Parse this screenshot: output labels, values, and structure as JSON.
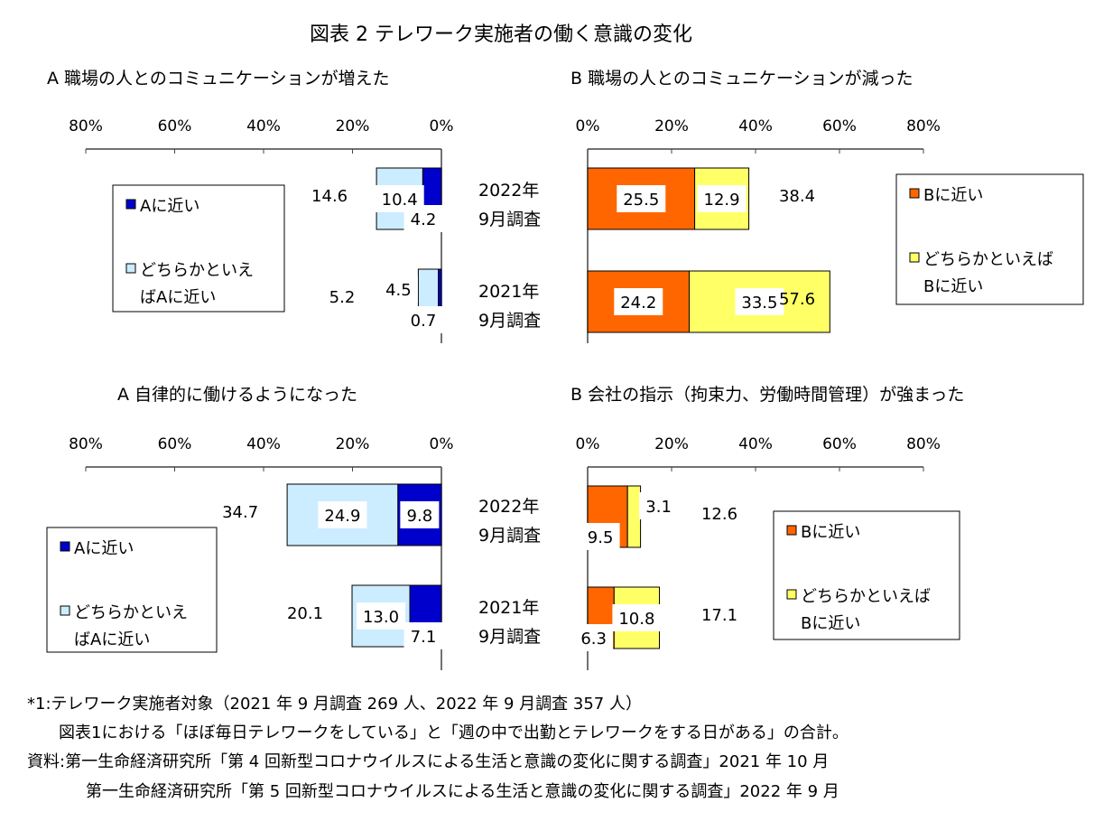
{
  "title": "図表 2  テレワーク実施者の働く意識の変化",
  "colors": {
    "a_near": "#0000CC",
    "a_some": "#CCECFF",
    "b_near": "#FF6600",
    "b_some": "#FFFF66"
  },
  "chart_data": [
    {
      "type": "bar",
      "orientation": "horizontal-reversed",
      "title": "A 職場の人とのコミュニケーションが増えた",
      "ticks": [
        "80%",
        "60%",
        "40%",
        "20%",
        "0%"
      ],
      "xlim": [
        0,
        80
      ],
      "categories": [
        [
          "2022年",
          "9月調査"
        ],
        [
          "2021年",
          "9月調査"
        ]
      ],
      "series": [
        {
          "name": "Aに近い",
          "values": [
            4.2,
            0.7
          ]
        },
        {
          "name": "どちらかといえばAに近い",
          "values": [
            10.4,
            4.5
          ]
        }
      ],
      "totals": [
        "14.6",
        "5.2"
      ],
      "labels": [
        [
          "4.2",
          "10.4"
        ],
        [
          "0.7",
          "4.5"
        ]
      ],
      "legend": [
        "Aに近い",
        [
          "どちらかといえ",
          "ばAに近い"
        ]
      ]
    },
    {
      "type": "bar",
      "orientation": "horizontal",
      "title": "B  職場の人とのコミュニケーションが減った",
      "ticks": [
        "0%",
        "20%",
        "40%",
        "60%",
        "80%"
      ],
      "xlim": [
        0,
        80
      ],
      "series": [
        {
          "name": "Bに近い",
          "values": [
            25.5,
            24.2
          ]
        },
        {
          "name": "どちらかといえばBに近い",
          "values": [
            12.9,
            33.5
          ]
        }
      ],
      "totals": [
        "38.4",
        "57.6"
      ],
      "labels": [
        [
          "25.5",
          "12.9"
        ],
        [
          "24.2",
          "33.5"
        ]
      ],
      "legend": [
        "Bに近い",
        [
          "どちらかといえば",
          "Bに近い"
        ]
      ]
    },
    {
      "type": "bar",
      "orientation": "horizontal-reversed",
      "title": "A 自律的に働けるようになった",
      "ticks": [
        "80%",
        "60%",
        "40%",
        "20%",
        "0%"
      ],
      "xlim": [
        0,
        80
      ],
      "categories": [
        [
          "2022年",
          "9月調査"
        ],
        [
          "2021年",
          "9月調査"
        ]
      ],
      "series": [
        {
          "name": "Aに近い",
          "values": [
            9.8,
            7.1
          ]
        },
        {
          "name": "どちらかといえばAに近い",
          "values": [
            24.9,
            13.0
          ]
        }
      ],
      "totals": [
        "34.7",
        "20.1"
      ],
      "labels": [
        [
          "9.8",
          "24.9"
        ],
        [
          "7.1",
          "13.0"
        ]
      ],
      "legend": [
        "Aに近い",
        [
          "どちらかといえ",
          "ばAに近い"
        ]
      ]
    },
    {
      "type": "bar",
      "orientation": "horizontal",
      "title": "B  会社の指示（拘束力、労働時間管理）が強まった",
      "ticks": [
        "0%",
        "20%",
        "40%",
        "60%",
        "80%"
      ],
      "xlim": [
        0,
        80
      ],
      "series": [
        {
          "name": "Bに近い",
          "values": [
            9.5,
            6.3
          ]
        },
        {
          "name": "どちらかといえばBに近い",
          "values": [
            3.1,
            10.8
          ]
        }
      ],
      "totals": [
        "12.6",
        "17.1"
      ],
      "labels": [
        [
          "9.5",
          "3.1"
        ],
        [
          "6.3",
          "10.8"
        ]
      ],
      "legend": [
        "Bに近い",
        [
          "どちらかといえば",
          "Bに近い"
        ]
      ]
    }
  ],
  "footnotes": [
    "*1:テレワーク実施者対象（2021 年 9 月調査 269 人、2022 年 9 月調査 357 人）",
    "図表1における「ほぼ毎日テレワークをしている」と「週の中で出勤とテレワークをする日がある」の合計。",
    "資料:第一生命経済研究所「第 4 回新型コロナウイルスによる生活と意識の変化に関する調査」2021 年 10 月",
    "第一生命経済研究所「第 5 回新型コロナウイルスによる生活と意識の変化に関する調査」2022 年 9 月"
  ]
}
